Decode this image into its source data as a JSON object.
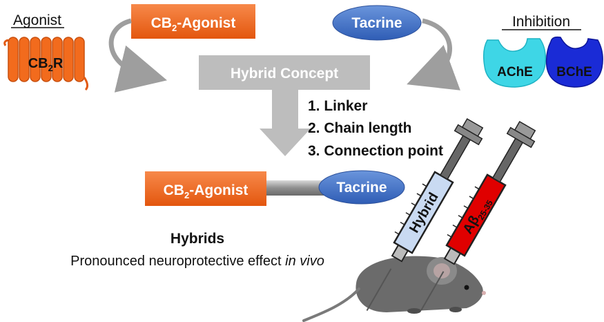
{
  "agonist_heading": "Agonist",
  "receptor": {
    "base": "CB",
    "sub": "2",
    "tail": "R"
  },
  "cb2_agonist": {
    "base": "CB",
    "sub": "2",
    "tail": "-Agonist"
  },
  "tacrine": "Tacrine",
  "inhibition_heading": "Inhibition",
  "enzymes": {
    "ache": "AChE",
    "bche": "BChE"
  },
  "hybrid_concept": "Hybrid Concept",
  "steps": [
    "1. Linker",
    "2. Chain length",
    "3. Connection point"
  ],
  "hybrids_title": "Hybrids",
  "effect": {
    "text": "Pronounced neuroprotective effect ",
    "italic": "in vivo"
  },
  "syringes": {
    "hybrid_label": "Hybrid",
    "abeta": {
      "base": "Aβ",
      "sub": "25-35"
    }
  },
  "colors": {
    "orange": "#F26B1D",
    "tacrine_blue": "#4472C4",
    "ache_cyan": "#3ED6E6",
    "bche_blue": "#1A2BD6",
    "grey_arrow": "#BDBDBD",
    "hybrid_fill": "#C9DAF2",
    "abeta_fill": "#E00000"
  }
}
